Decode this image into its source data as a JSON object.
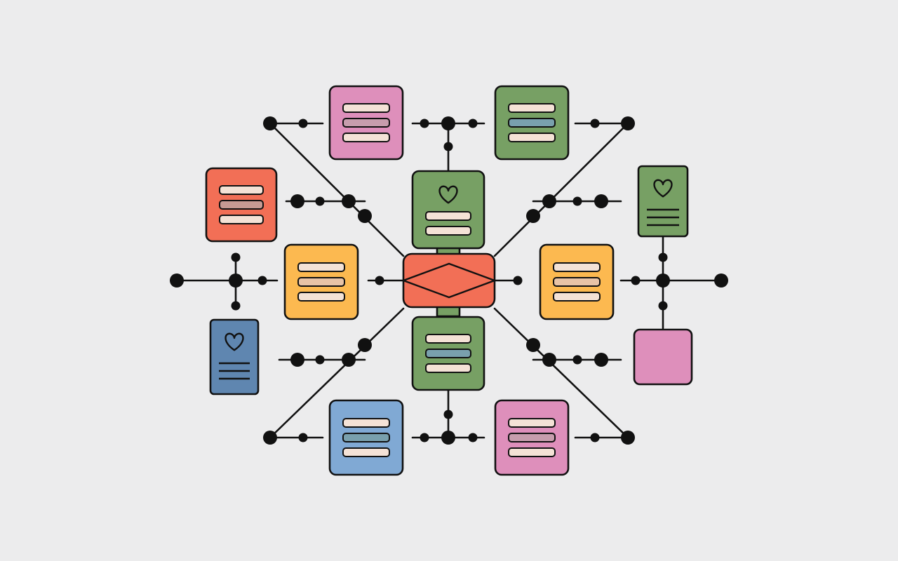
{
  "diagram": {
    "background": "#ececed",
    "stroke_color": "#111111",
    "palette": {
      "green": "#77a064",
      "pink": "#de8fbb",
      "red_orange": "#f26f56",
      "yellow": "#fcb950",
      "blue": "#80a9d4",
      "slate_blue": "#5f86b0",
      "bar_cream": "#f4e2d6",
      "bar_mauve": "#c79dad",
      "bar_slate": "#79a0ad",
      "bar_rose": "#c69a93",
      "bar_tan": "#e8c3a6"
    },
    "nodes": [
      {
        "id": "center-hub",
        "kind": "hub",
        "color": "#f26f56",
        "icon": "diamond-icon"
      },
      {
        "id": "card-top-center",
        "kind": "card",
        "color": "#77a064",
        "icon": "heart-icon",
        "bars": 2
      },
      {
        "id": "card-bottom-center",
        "kind": "card",
        "color": "#77a064",
        "bars": 3
      },
      {
        "id": "card-top-left",
        "kind": "card",
        "color": "#de8fbb",
        "bars": 3
      },
      {
        "id": "card-top-right",
        "kind": "card",
        "color": "#77a064",
        "bars": 3
      },
      {
        "id": "card-mid-left",
        "kind": "card",
        "color": "#f26f56",
        "bars": 3
      },
      {
        "id": "card-left-yellow",
        "kind": "card",
        "color": "#fcb950",
        "bars": 3
      },
      {
        "id": "card-right-yellow",
        "kind": "card",
        "color": "#fcb950",
        "bars": 3
      },
      {
        "id": "card-bottom-left-blue",
        "kind": "card",
        "color": "#80a9d4",
        "bars": 3
      },
      {
        "id": "card-bottom-right-pink",
        "kind": "card",
        "color": "#de8fbb",
        "bars": 3
      },
      {
        "id": "profile-left",
        "kind": "profile",
        "color": "#5f86b0",
        "icon": "heart-icon"
      },
      {
        "id": "profile-right",
        "kind": "profile",
        "color": "#77a064",
        "icon": "heart-icon"
      },
      {
        "id": "plain-pink-square",
        "kind": "blank",
        "color": "#de8fbb"
      }
    ]
  }
}
